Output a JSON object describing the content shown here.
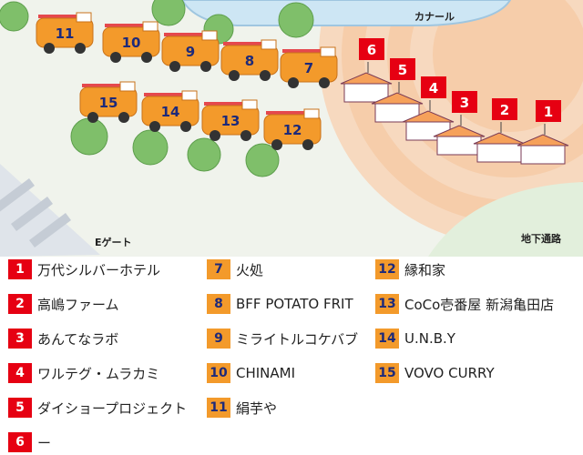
{
  "map": {
    "canal_label": "カナール",
    "gate_label": "Eゲート",
    "underpass_label": "地下通路",
    "colors": {
      "red": "#e60012",
      "orange": "#f39a2b",
      "navy": "#1d2a7a",
      "water": "#cde6f4",
      "plaza": "#f6c8a4",
      "grass": "#e2efdc"
    },
    "trucks": [
      "11",
      "10",
      "9",
      "8",
      "7",
      "15",
      "14",
      "13",
      "12"
    ],
    "tents": [
      "6",
      "5",
      "4",
      "3",
      "2",
      "1"
    ]
  },
  "legend": {
    "col1": [
      {
        "num": "1",
        "name": "万代シルバーホテル"
      },
      {
        "num": "2",
        "name": "高嶋ファーム"
      },
      {
        "num": "3",
        "name": "あんてなラボ"
      },
      {
        "num": "4",
        "name": "ワルテグ・ムラカミ"
      },
      {
        "num": "5",
        "name": "ダイショープロジェクト"
      },
      {
        "num": "6",
        "name": "ー"
      }
    ],
    "col2": [
      {
        "num": "7",
        "name": "火処"
      },
      {
        "num": "8",
        "name": "BFF POTATO FRIT"
      },
      {
        "num": "9",
        "name": "ミライトルコケバブ"
      },
      {
        "num": "10",
        "name": "CHINAMI"
      },
      {
        "num": "11",
        "name": "絹芋や"
      }
    ],
    "col3": [
      {
        "num": "12",
        "name": "縁和家"
      },
      {
        "num": "13",
        "name": "CoCo壱番屋 新潟亀田店"
      },
      {
        "num": "14",
        "name": "U.N.B.Y"
      },
      {
        "num": "15",
        "name": "VOVO CURRY"
      }
    ]
  }
}
